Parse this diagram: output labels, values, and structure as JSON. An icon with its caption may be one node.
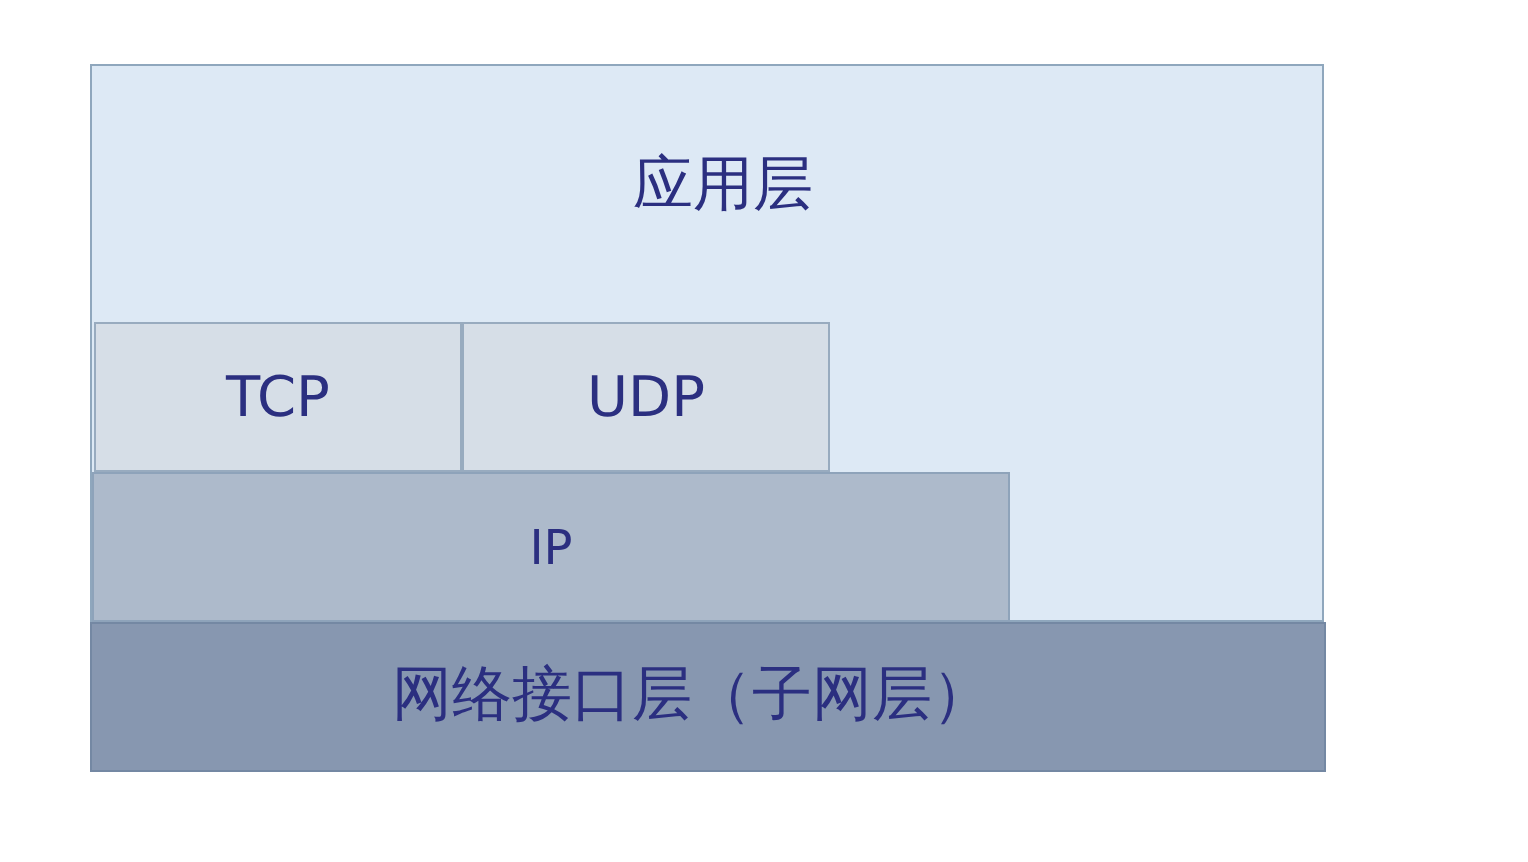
{
  "diagram": {
    "nodes": [
      {
        "text": [
          "应用层"
        ]
      },
      {
        "text": [
          "TCP"
        ],
        "in": 0
      },
      {
        "text": [
          "UDP"
        ],
        "in": 0
      },
      {
        "text": [
          "IP"
        ],
        "in": 0
      },
      {
        "text": [
          "网络接口层（子网层）"
        ]
      }
    ]
  }
}
